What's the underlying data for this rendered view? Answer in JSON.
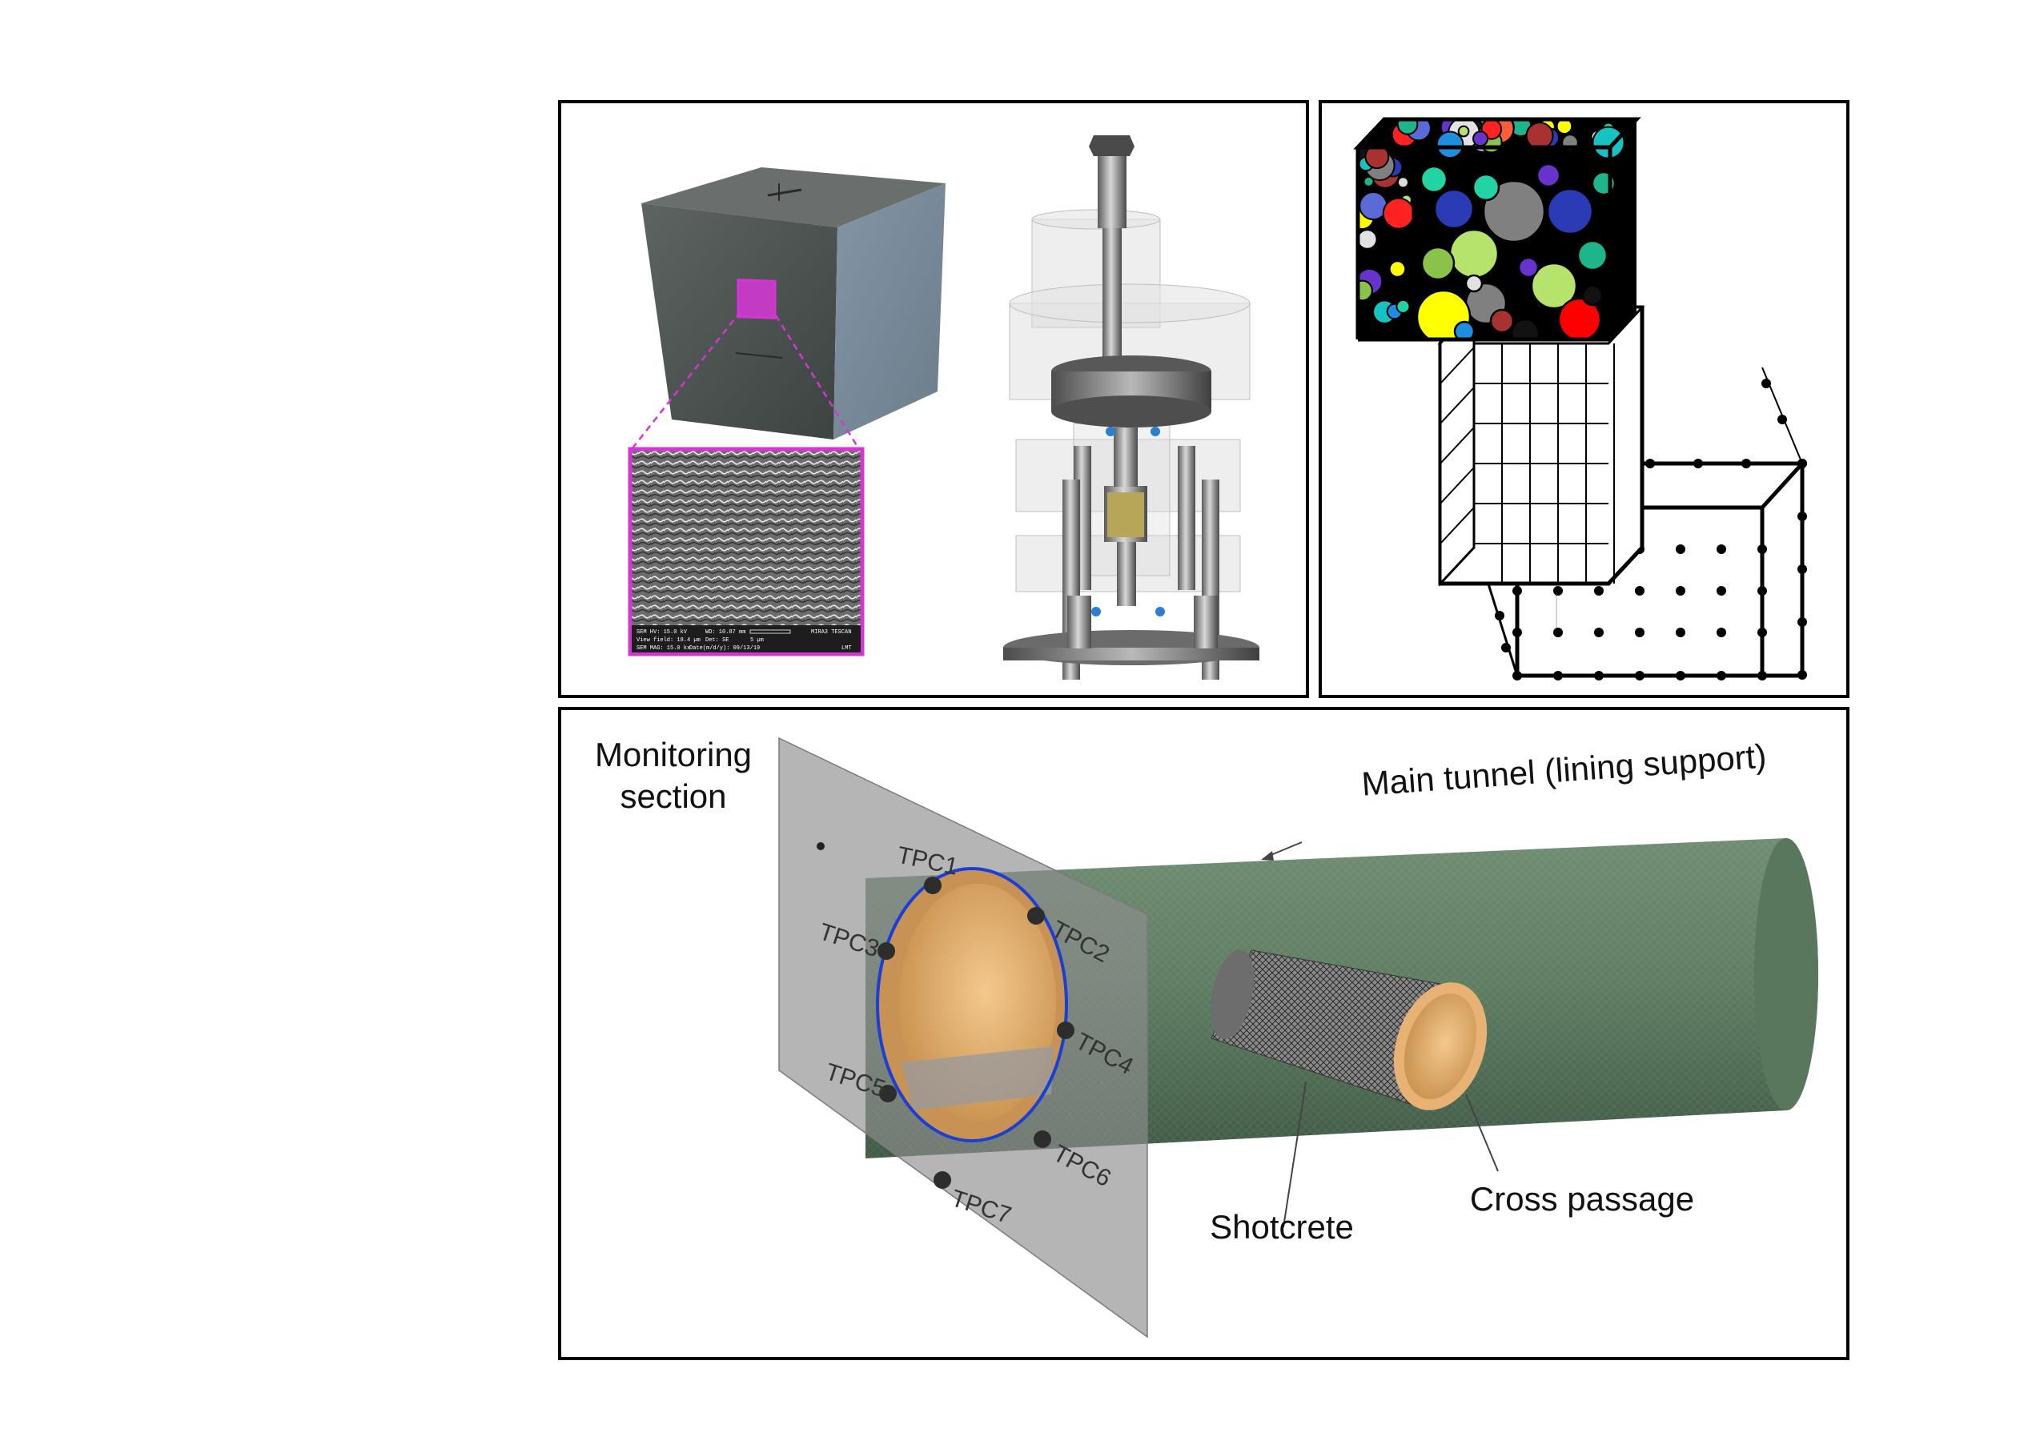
{
  "panel_bottom": {
    "labels": {
      "monitoring_section_line1": "Monitoring",
      "monitoring_section_line2": "section",
      "main_tunnel": "Main tunnel (lining support)",
      "shotcrete": "Shotcrete",
      "cross_passage": "Cross passage"
    },
    "monitoring_points": [
      "TPC1",
      "TPC2",
      "TPC3",
      "TPC4",
      "TPC5",
      "TPC6",
      "TPC7"
    ]
  },
  "panel_top_left": {
    "sem_info": {
      "hv": "SEM HV: 15.0 kV",
      "wd": "WD: 10.87 mm",
      "brand": "MIRA3 TESCAN",
      "view_field": "View field: 18.4 µm",
      "det": "Det: SE",
      "scale": "5 µm",
      "mag": "SEM MAG: 15.0 kx",
      "date": "Date(m/d/y): 09/13/19",
      "lab": "LMT"
    }
  },
  "colors": {
    "highlight": "#d535d5",
    "tunnel_green": "#5f7d63",
    "orange_lining": "#e8b274",
    "monitor_ring": "#1a3fd6",
    "plane_gray": "#9a9a9a"
  }
}
